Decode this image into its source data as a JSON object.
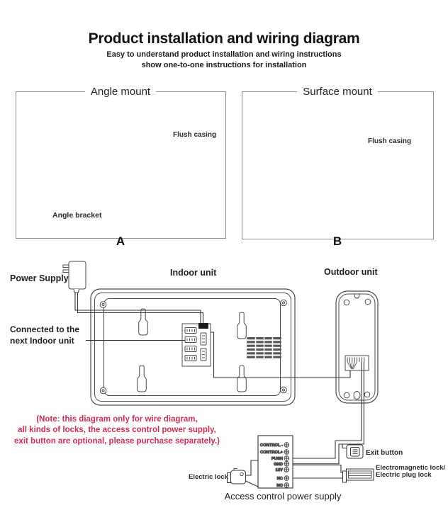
{
  "header": {
    "title": "Product installation and wiring diagram",
    "subtitle1": "Easy to understand product installation and wiring instructions",
    "subtitle2": "show one-to-one instructions for installation"
  },
  "angle_mount": {
    "title": "Angle mount",
    "flush_casing_label": "Flush casing",
    "angle_bracket_label": "Angle bracket",
    "letter": "A"
  },
  "surface_mount": {
    "title": "Surface mount",
    "flush_casing_label": "Flush casing",
    "letter": "B"
  },
  "wiring": {
    "power_supply_label": "Power Supply",
    "indoor_unit_label": "Indoor unit",
    "outdoor_unit_label": "Outdoor unit",
    "connected_line1": "Connected to the",
    "connected_line2": "next Indoor unit",
    "note_line1": "(Note: this diagram only for wire diagram,",
    "note_line2": "all kinds of locks, the access control power supply,",
    "note_line3": "exit button are optional, please purchase separately.)",
    "terminals": [
      "CONTROL -",
      "CONTROL+",
      "PUSH",
      "GND",
      "12V",
      "NC",
      "NO"
    ],
    "exit_button_label": "Exit button",
    "em_lock_line1": "Electromagnetic lock/",
    "em_lock_line2": "Electric plug lock",
    "electric_lock_label": "Electric lock",
    "access_power_label": "Access control power supply"
  },
  "colors": {
    "note_red": "#ce2f53",
    "line_dark": "#4a4a4a",
    "wire": "#333333"
  }
}
